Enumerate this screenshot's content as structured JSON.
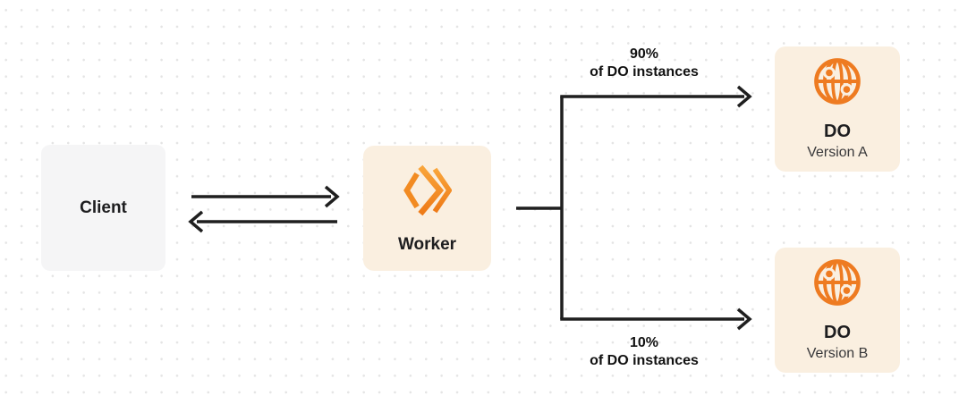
{
  "colors": {
    "background": "#FFFFFF",
    "dot_grid": "#E4E4E4",
    "client_box": "#F5F5F6",
    "orange_box": "#FAEFE0",
    "accent_orange": "#EE7B21",
    "workers_logo_orange_light": "#F9A53B",
    "workers_logo_orange_dark": "#EE7A17",
    "connector_line": "#1F1F1F",
    "text_primary": "#1D1D1F",
    "text_secondary": "#38383A"
  },
  "nodes": {
    "client": {
      "label": "Client"
    },
    "worker": {
      "label": "Worker",
      "icon": "cloudflare-workers-logo"
    },
    "do_version_a": {
      "title": "DO",
      "subtitle": "Version A",
      "icon": "durable-object-globe"
    },
    "do_version_b": {
      "title": "DO",
      "subtitle": "Version B",
      "icon": "durable-object-globe"
    }
  },
  "edges": {
    "client_worker": {
      "direction": "bidirectional"
    },
    "top_branch": {
      "label_line1": "90%",
      "label_line2": "of DO instances"
    },
    "bottom_branch": {
      "label_line1": "10%",
      "label_line2": "of DO instances"
    }
  }
}
